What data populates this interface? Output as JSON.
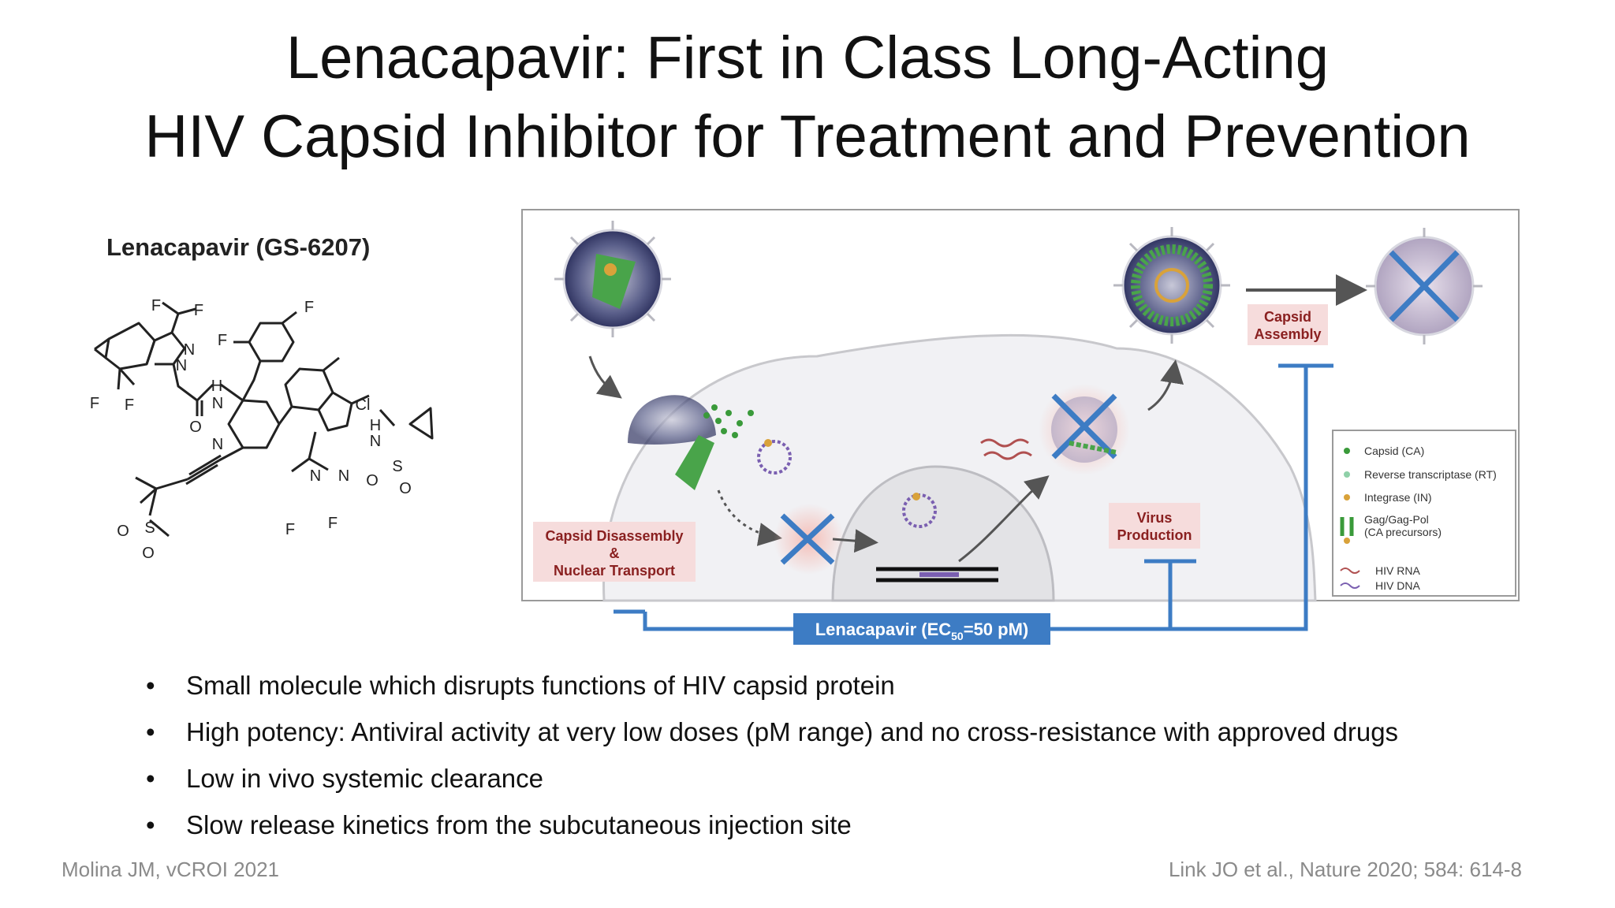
{
  "slide": {
    "title_line1": "Lenacapavir: First in Class Long-Acting",
    "title_line2": "HIV Capsid Inhibitor for Treatment and Prevention"
  },
  "molecule": {
    "title": "Lenacapavir (GS-6207)",
    "atoms": [
      "F",
      "F",
      "N",
      "N",
      "F",
      "F",
      "H",
      "N",
      "O",
      "F",
      "F",
      "N",
      "Cl",
      "H",
      "N",
      "S",
      "O",
      "O",
      "N",
      "N",
      "F",
      "F",
      "S",
      "O",
      "O"
    ]
  },
  "figure": {
    "label_disassembly_1": "Capsid Disassembly",
    "label_disassembly_2": "&",
    "label_disassembly_3": "Nuclear Transport",
    "label_virus_1": "Virus",
    "label_virus_2": "Production",
    "label_assembly_1": "Capsid",
    "label_assembly_2": "Assembly",
    "drug_prefix": "Lenacapavir (EC",
    "drug_sub": "50",
    "drug_suffix": "=50 pM)",
    "legend": [
      {
        "label": "Capsid (CA)",
        "color": "#3a9a3a"
      },
      {
        "label": "Reverse transcriptase (RT)",
        "color": "#8fd0a8"
      },
      {
        "label": "Integrase (IN)",
        "color": "#d9a23a"
      },
      {
        "label": "Gag/Gag-Pol",
        "color": "#3a9a3a"
      },
      {
        "label": "(CA precursors)",
        "color": ""
      },
      {
        "label": "HIV RNA",
        "color": "#b05050"
      },
      {
        "label": "HIV DNA",
        "color": "#7a5fb0"
      }
    ]
  },
  "bullets": [
    "Small molecule which disrupts functions of HIV capsid protein",
    "High potency: Antiviral activity at very low doses (pM range) and no cross-resistance with approved drugs",
    "Low in vivo systemic clearance",
    "Slow release kinetics from the subcutaneous injection site"
  ],
  "citations": {
    "left": "Molina JM, vCROI 2021",
    "right": "Link JO et al., Nature 2020; 584: 614-8"
  },
  "colors": {
    "inhibitor_blue": "#3d7cc4",
    "label_box": "#f6dcdc",
    "label_text": "#8a2020",
    "capsid_green": "#3a9a3a"
  }
}
